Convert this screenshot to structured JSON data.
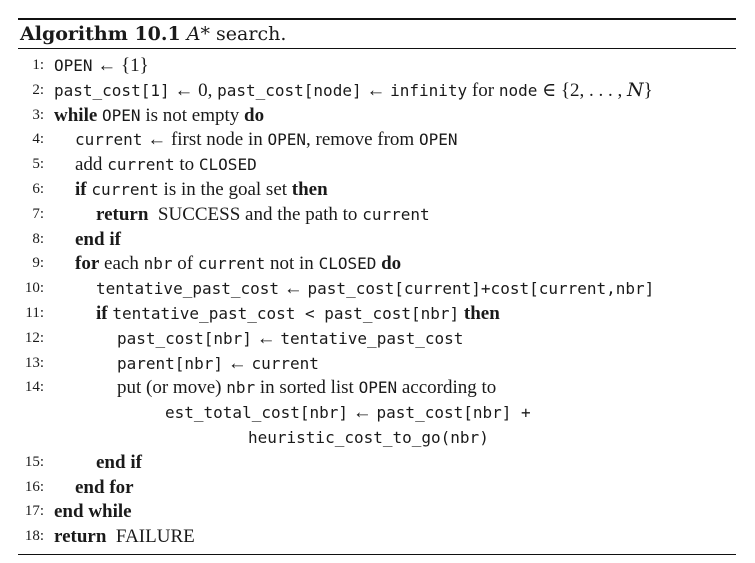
{
  "caption": {
    "label": "Algorithm 10.1",
    "name": "A*",
    "rest": " search."
  },
  "lines": [
    {
      "num": "1:",
      "indent": 0,
      "parts": [
        {
          "s": "tt",
          "t": "OPEN"
        },
        {
          "s": "rm",
          "t": " ← {1}"
        }
      ]
    },
    {
      "num": "2:",
      "indent": 0,
      "parts": [
        {
          "s": "tt",
          "t": "past_cost[1]"
        },
        {
          "s": "rm",
          "t": " ← 0, "
        },
        {
          "s": "tt",
          "t": "past_cost[node]"
        },
        {
          "s": "rm",
          "t": " ← "
        },
        {
          "s": "tt",
          "t": "infinity"
        },
        {
          "s": "rm",
          "t": " for "
        },
        {
          "s": "tt",
          "t": "node"
        },
        {
          "s": "rm",
          "t": " ∈ {2, . . . , "
        },
        {
          "s": "it",
          "t": "N"
        },
        {
          "s": "rm",
          "t": "}"
        }
      ]
    },
    {
      "num": "3:",
      "indent": 0,
      "parts": [
        {
          "s": "kw",
          "t": "while"
        },
        {
          "s": "rm",
          "t": " "
        },
        {
          "s": "tt",
          "t": "OPEN"
        },
        {
          "s": "rm",
          "t": " is not empty "
        },
        {
          "s": "kw",
          "t": "do"
        }
      ]
    },
    {
      "num": "4:",
      "indent": 1,
      "parts": [
        {
          "s": "tt",
          "t": "current"
        },
        {
          "s": "rm",
          "t": " ← first node in "
        },
        {
          "s": "tt",
          "t": "OPEN"
        },
        {
          "s": "rm",
          "t": ", remove from "
        },
        {
          "s": "tt",
          "t": "OPEN"
        }
      ]
    },
    {
      "num": "5:",
      "indent": 1,
      "parts": [
        {
          "s": "rm",
          "t": "add "
        },
        {
          "s": "tt",
          "t": "current"
        },
        {
          "s": "rm",
          "t": " to "
        },
        {
          "s": "tt",
          "t": "CLOSED"
        }
      ]
    },
    {
      "num": "6:",
      "indent": 1,
      "parts": [
        {
          "s": "kw",
          "t": "if"
        },
        {
          "s": "rm",
          "t": " "
        },
        {
          "s": "tt",
          "t": "current"
        },
        {
          "s": "rm",
          "t": " is in the goal set "
        },
        {
          "s": "kw",
          "t": "then"
        }
      ]
    },
    {
      "num": "7:",
      "indent": 2,
      "parts": [
        {
          "s": "kw",
          "t": "return"
        },
        {
          "s": "rm",
          "t": "  SUCCESS and the path to "
        },
        {
          "s": "tt",
          "t": "current"
        }
      ]
    },
    {
      "num": "8:",
      "indent": 1,
      "parts": [
        {
          "s": "kw",
          "t": "end if"
        }
      ]
    },
    {
      "num": "9:",
      "indent": 1,
      "parts": [
        {
          "s": "kw",
          "t": "for"
        },
        {
          "s": "rm",
          "t": " each "
        },
        {
          "s": "tt",
          "t": "nbr"
        },
        {
          "s": "rm",
          "t": " of "
        },
        {
          "s": "tt",
          "t": "current"
        },
        {
          "s": "rm",
          "t": " not in "
        },
        {
          "s": "tt",
          "t": "CLOSED"
        },
        {
          "s": "rm",
          "t": " "
        },
        {
          "s": "kw",
          "t": "do"
        }
      ]
    },
    {
      "num": "10:",
      "indent": 2,
      "parts": [
        {
          "s": "tt",
          "t": "tentative_past_cost"
        },
        {
          "s": "rm",
          "t": " ← "
        },
        {
          "s": "tt",
          "t": "past_cost[current]+cost[current,nbr]"
        }
      ]
    },
    {
      "num": "11:",
      "indent": 2,
      "parts": [
        {
          "s": "kw",
          "t": "if"
        },
        {
          "s": "rm",
          "t": " "
        },
        {
          "s": "tt",
          "t": "tentative_past_cost < past_cost[nbr]"
        },
        {
          "s": "rm",
          "t": " "
        },
        {
          "s": "kw",
          "t": "then"
        }
      ]
    },
    {
      "num": "12:",
      "indent": 3,
      "parts": [
        {
          "s": "tt",
          "t": "past_cost[nbr]"
        },
        {
          "s": "rm",
          "t": " ← "
        },
        {
          "s": "tt",
          "t": "tentative_past_cost"
        }
      ]
    },
    {
      "num": "13:",
      "indent": 3,
      "parts": [
        {
          "s": "tt",
          "t": "parent[nbr]"
        },
        {
          "s": "rm",
          "t": " ← "
        },
        {
          "s": "tt",
          "t": "current"
        }
      ]
    },
    {
      "num": "14:",
      "indent": 3,
      "parts": [
        {
          "s": "rm",
          "t": "put (or move) "
        },
        {
          "s": "tt",
          "t": "nbr"
        },
        {
          "s": "rm",
          "t": " in sorted list "
        },
        {
          "s": "tt",
          "t": "OPEN"
        },
        {
          "s": "rm",
          "t": " according to"
        }
      ]
    },
    {
      "num": "",
      "indent": "c1",
      "parts": [
        {
          "s": "tt",
          "t": "est_total_cost[nbr]"
        },
        {
          "s": "rm",
          "t": " ← "
        },
        {
          "s": "tt",
          "t": "past_cost[nbr] +"
        }
      ]
    },
    {
      "num": "",
      "indent": "c2",
      "parts": [
        {
          "s": "tt",
          "t": "heuristic_cost_to_go(nbr)"
        }
      ]
    },
    {
      "num": "15:",
      "indent": 2,
      "parts": [
        {
          "s": "kw",
          "t": "end if"
        }
      ]
    },
    {
      "num": "16:",
      "indent": 1,
      "parts": [
        {
          "s": "kw",
          "t": "end for"
        }
      ]
    },
    {
      "num": "17:",
      "indent": 0,
      "parts": [
        {
          "s": "kw",
          "t": "end while"
        }
      ]
    },
    {
      "num": "18:",
      "indent": 0,
      "parts": [
        {
          "s": "kw",
          "t": "return"
        },
        {
          "s": "rm",
          "t": "  FAILURE"
        }
      ]
    }
  ]
}
